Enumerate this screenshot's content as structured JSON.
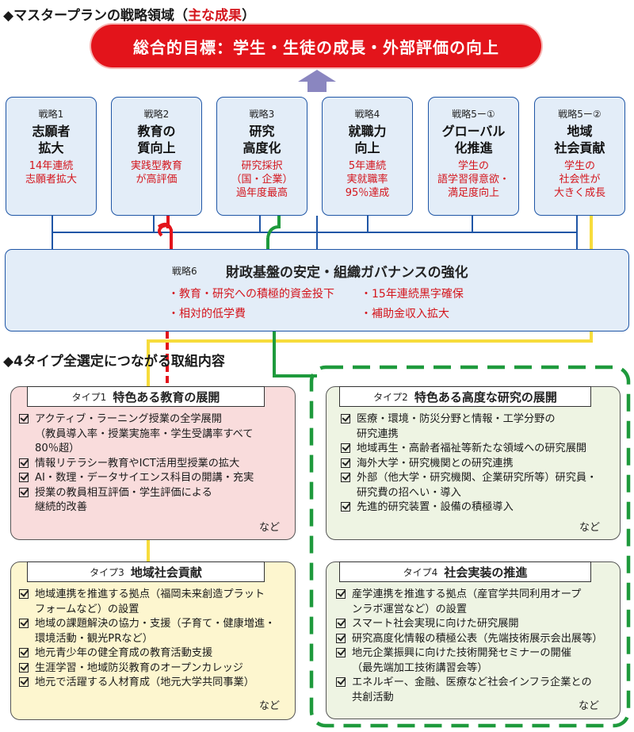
{
  "section1": {
    "title_main": "◆マスタープランの戦略領域（",
    "title_em": "主な成果",
    "title_end": "）"
  },
  "goal": {
    "label": "総合的目標：学生・生徒の成長・外部評価の向上"
  },
  "strategies": [
    {
      "num": "戦略1",
      "name": [
        "志願者",
        "拡大"
      ],
      "result": [
        "14年連続",
        "志願者拡大"
      ]
    },
    {
      "num": "戦略2",
      "name": [
        "教育の",
        "質向上"
      ],
      "result": [
        "実践型教育",
        "が高評価"
      ]
    },
    {
      "num": "戦略3",
      "name": [
        "研究",
        "高度化"
      ],
      "result": [
        "研究採択",
        "（国・企業）",
        "過年度最高"
      ]
    },
    {
      "num": "戦略4",
      "name": [
        "就職力",
        "向上"
      ],
      "result": [
        "5年連続",
        "実就職率",
        "95％達成"
      ]
    },
    {
      "num": "戦略5ー①",
      "name": [
        "グローバル",
        "化推進"
      ],
      "result": [
        "学生の",
        "語学習得意欲・",
        "満足度向上"
      ]
    },
    {
      "num": "戦略5ー②",
      "name": [
        "地域",
        "社会貢献"
      ],
      "result": [
        "学生の",
        "社会性が",
        "大きく成長"
      ]
    }
  ],
  "strategy6": {
    "num": "戦略6",
    "name": "財政基盤の安定・組織ガバナンスの強化",
    "items": [
      "・教育・研究への積極的資金投下",
      "・15年連続黒字確保",
      "・相対的低学費",
      "・補助金収入拡大"
    ]
  },
  "section2": {
    "title": "◆4タイプ全選定につながる取組内容"
  },
  "panels": {
    "type1": {
      "tag": "タイプ1",
      "name": "特色ある教育の展開",
      "items": [
        [
          "アクティブ・ラーニング授業の全学展開",
          "（教員導入率・授業実施率・学生受講率すべて",
          "80％超）"
        ],
        [
          "情報リテラシー教育やICT活用型授業の拡大"
        ],
        [
          "AI・数理・データサイエンス科目の開講・充実"
        ],
        [
          "授業の教員相互評価・学生評価による",
          "継続的改善"
        ]
      ],
      "more": "など"
    },
    "type2": {
      "tag": "タイプ2",
      "name": "特色ある高度な研究の展開",
      "items": [
        [
          "医療・環境・防災分野と情報・工学分野の",
          "研究連携"
        ],
        [
          "地域再生・高齢者福祉等新たな領域への研究展開"
        ],
        [
          "海外大学・研究機関との研究連携"
        ],
        [
          "外部（他大学・研究機関、企業研究所等）研究員・",
          "研究費の招へい・導入"
        ],
        [
          "先進的研究装置・設備の積極導入"
        ]
      ],
      "more": "など"
    },
    "type3": {
      "tag": "タイプ3",
      "name": "地域社会貢献",
      "items": [
        [
          "地域連携を推進する拠点（福岡未来創造プラット",
          "フォームなど）の設置"
        ],
        [
          "地域の課題解決の協力・支援（子育て・健康増進・",
          "環境活動・観光PRなど）"
        ],
        [
          "地元青少年の健全育成の教育活動支援"
        ],
        [
          "生涯学習・地域防災教育のオープンカレッジ"
        ],
        [
          "地元で活躍する人材育成（地元大学共同事業）"
        ]
      ],
      "more": "など"
    },
    "type4": {
      "tag": "タイプ4",
      "name": "社会実装の推進",
      "items": [
        [
          "産学連携を推進する拠点（産官学共同利用オープ",
          "ンラボ運営など）の設置"
        ],
        [
          "スマート社会実現に向けた研究展開"
        ],
        [
          "研究高度化情報の積極公表（先端技術展示会出展等）"
        ],
        [
          "地元企業振興に向けた技術開発セミナーの開催",
          "（最先端加工技術講習会等）"
        ],
        [
          "エネルギー、金融、医療など社会インフラ企業との",
          "共創活動"
        ]
      ],
      "more": "など"
    }
  },
  "colors": {
    "accent_red": "#e3141b",
    "blue": "#1f56a6",
    "green": "#1e9a3c",
    "yellow": "#f7dc3c",
    "arrow": "#8a86c0"
  }
}
